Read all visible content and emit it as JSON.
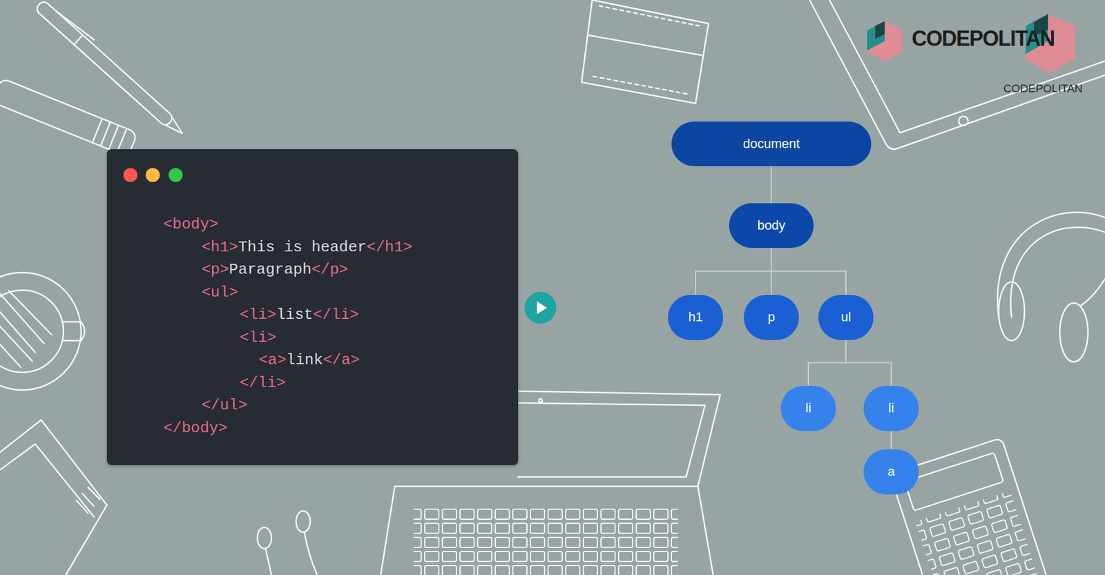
{
  "diagram": {
    "nodes": [
      {
        "text": [
          "document"
        ]
      },
      {
        "text": [
          "body"
        ]
      },
      {
        "text": [
          "h1"
        ]
      },
      {
        "text": [
          "p"
        ]
      },
      {
        "text": [
          "ul"
        ]
      },
      {
        "text": [
          "li"
        ]
      },
      {
        "text": [
          "li"
        ]
      },
      {
        "text": [
          "a"
        ]
      }
    ],
    "edges": [
      {
        "from": 0,
        "to": 1,
        "arrow": "none"
      },
      {
        "from": 1,
        "to": 2,
        "arrow": "none"
      },
      {
        "from": 1,
        "to": 3,
        "arrow": "none"
      },
      {
        "from": 1,
        "to": 4,
        "arrow": "none"
      },
      {
        "from": 4,
        "to": 5,
        "arrow": "none"
      },
      {
        "from": 4,
        "to": 6,
        "arrow": "none"
      },
      {
        "from": 6,
        "to": 7,
        "arrow": "none"
      }
    ],
    "labels": [
      "<body>",
      "<h1>This is header</h1>",
      "<p>Paragraph</p>",
      "<ul>",
      "<li>list</li>",
      "<li>",
      "<a>link</a>",
      "</li>",
      "</ul>",
      "</body>",
      "CODEPOLITAN",
      "CODEPOLITAN"
    ]
  }
}
